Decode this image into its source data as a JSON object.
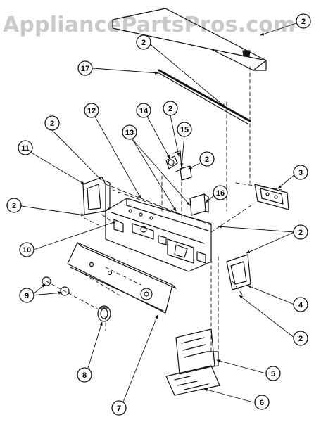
{
  "watermark": "AppliancePartsPros.com",
  "colors": {
    "ink": "#111111",
    "watermark": "#c9c9c9",
    "paper": "#ffffff"
  },
  "callouts": {
    "c1": "2",
    "c2": "2",
    "c3": "17",
    "c4": "12",
    "c5": "14",
    "c6": "2",
    "c7": "2",
    "c8": "13",
    "c9": "15",
    "c10": "11",
    "c11": "2",
    "c12": "16",
    "c13": "3",
    "c14": "2",
    "c15": "2",
    "c16": "10",
    "c17": "4",
    "c18": "9",
    "c19": "2",
    "c20": "8",
    "c21": "5",
    "c22": "7",
    "c23": "6"
  }
}
